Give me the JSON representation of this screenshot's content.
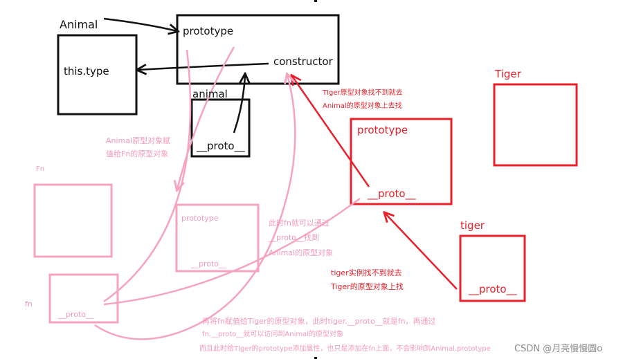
{
  "colors": {
    "black": "#111111",
    "red": "#e8202a",
    "pink": "#f6a3c0",
    "pink_text": "#f59ab8",
    "watermark": "#8a8a8a"
  },
  "animal": {
    "name": "Animal",
    "this_type": "this.type",
    "prototype": "prototype",
    "constructor": "constructor",
    "instance_name": "animal",
    "instance_proto": "__proto__"
  },
  "tiger": {
    "name": "Tiger",
    "prototype_label": "prototype",
    "prototype_proto": "__proto__",
    "instance_name": "tiger",
    "instance_proto": "__proto__",
    "note_proto_lookup": [
      "TIger原型对象找不到就去",
      "Animal的原型对象上去找"
    ],
    "note_instance_lookup": [
      "tiger实例找不到就去",
      "Tiger的原型对象上找"
    ]
  },
  "fn": {
    "name": "Fn",
    "instance_name": "fn",
    "prototype_label": "prototype",
    "prototype_proto": "__proto__",
    "instance_proto": "__proto__",
    "note_assign": [
      "Animal原型对象赋",
      "值给Fn的原型对象"
    ],
    "note_access": [
      "此时fn就可以通过",
      "__proto__找到",
      "Animal的原型对象"
    ]
  },
  "bottom_notes": [
    "再将fn赋值给Tiger的原型对象，此时tiger.__proto__就是fn，再通过",
    "fn.__proto__就可以访问到Animal的原型对象",
    "而且此时给TIger的prototype添加属性，也只是添加在fn上面，不会影响到Animal.prototype"
  ],
  "watermark": "CSDN @月亮慢慢圆o"
}
